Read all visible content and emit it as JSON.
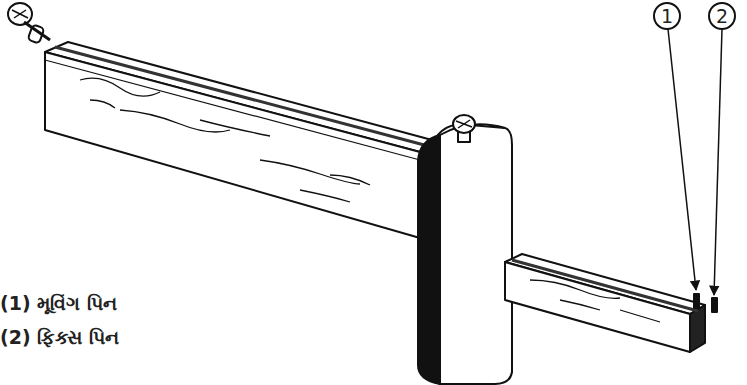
{
  "diagram": {
    "labels": [
      "1",
      "2",
      "(1) મૂવિંગ પિન",
      "(2) ફિક્સ પિન"
    ]
  }
}
